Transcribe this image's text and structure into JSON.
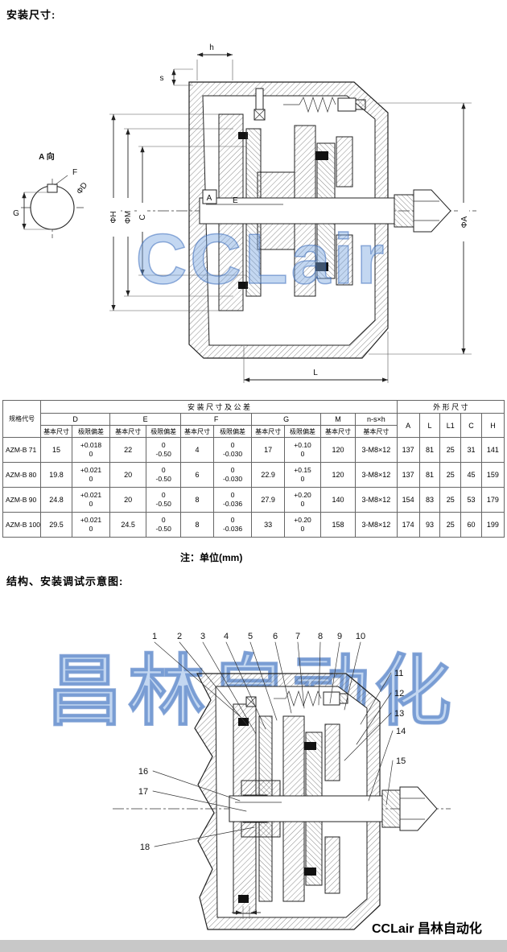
{
  "page": {
    "section1_title": "安装尺寸:",
    "section2_title": "结构、安装调试示意图:",
    "unit_note": "注：单位(mm)",
    "brand_footer": "CCLair 昌林自动化"
  },
  "watermarks": {
    "first": "CCLair",
    "second": "昌林自动化"
  },
  "colors": {
    "watermark_blue": "#2f63b8",
    "bottom_bar": "#c8c8c8"
  },
  "drawing1": {
    "labels": {
      "h": "h",
      "s": "s",
      "phi_h": "ΦH",
      "phi_m": "ΦM",
      "c": "C",
      "phi_a": "ΦA",
      "l": "L",
      "e": "E",
      "a_section": "A",
      "view_a": "A 向",
      "f": "F",
      "phi_d": "ΦD",
      "g": "G"
    }
  },
  "drawing2": {
    "parts": [
      "1",
      "2",
      "3",
      "4",
      "5",
      "6",
      "7",
      "8",
      "9",
      "10",
      "11",
      "12",
      "13",
      "14",
      "15",
      "16",
      "17",
      "18"
    ]
  },
  "table": {
    "headers": {
      "spec": "规格代号",
      "install_group": "安 装 尺 寸 及 公 差",
      "outline_group": "外 形 尺 寸",
      "d": "D",
      "e": "E",
      "f": "F",
      "g": "G",
      "m": "M",
      "nsh": "n-s×h",
      "basic": "基本尺寸",
      "dev": "极限偏差",
      "a": "A",
      "l": "L",
      "l1": "L1",
      "c": "C",
      "h": "H"
    },
    "rows": [
      {
        "cells": [
          "AZM-B 71",
          "15",
          "+0.018\n0",
          "22",
          "0\n-0.50",
          "4",
          "0\n-0.030",
          "17",
          "+0.10\n0",
          "120",
          "3-M8×12",
          "137",
          "81",
          "25",
          "31",
          "141"
        ]
      },
      {
        "cells": [
          "AZM-B 80",
          "19.8",
          "+0.021\n0",
          "20",
          "0\n-0.50",
          "6",
          "0\n-0.030",
          "22.9",
          "+0.15\n0",
          "120",
          "3-M8×12",
          "137",
          "81",
          "25",
          "45",
          "159"
        ]
      },
      {
        "cells": [
          "AZM-B 90",
          "24.8",
          "+0.021\n0",
          "20",
          "0\n-0.50",
          "8",
          "0\n-0.036",
          "27.9",
          "+0.20\n0",
          "140",
          "3-M8×12",
          "154",
          "83",
          "25",
          "53",
          "179"
        ]
      },
      {
        "cells": [
          "AZM-B 100",
          "29.5",
          "+0.021\n0",
          "24.5",
          "0\n-0.50",
          "8",
          "0\n-0.036",
          "33",
          "+0.20\n0",
          "158",
          "3-M8×12",
          "174",
          "93",
          "25",
          "60",
          "199"
        ]
      }
    ]
  }
}
